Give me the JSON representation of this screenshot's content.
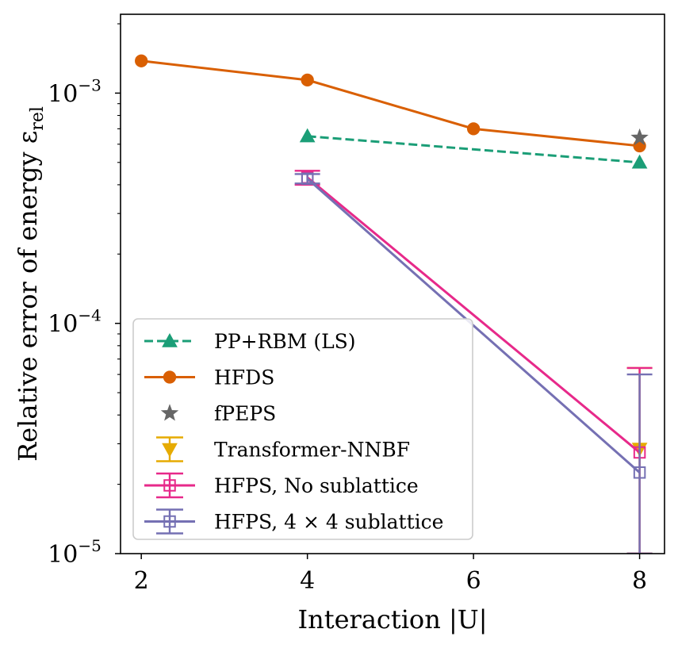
{
  "chart_data": {
    "type": "line",
    "xlabel": "Interaction |U|",
    "ylabel": "Relative error of energy ε",
    "ylabel_sub": "rel",
    "xlim": [
      1.75,
      8.3
    ],
    "ylim": [
      1e-05,
      0.0022
    ],
    "y_scale": "log",
    "x_ticks": [
      2,
      4,
      6,
      8
    ],
    "y_ticks": [
      {
        "value": 1e-05,
        "base": "10",
        "exp": "−5"
      },
      {
        "value": 0.0001,
        "base": "10",
        "exp": "−4"
      },
      {
        "value": 0.001,
        "base": "10",
        "exp": "−3"
      }
    ],
    "grid": false,
    "legend_position": "lower-left",
    "series": [
      {
        "name": "PP+RBM (LS)",
        "color": "#1b9e77",
        "marker": "triangle-up",
        "linestyle": "dashed",
        "filled": true,
        "x": [
          4,
          8
        ],
        "y": [
          0.00065,
          0.0005
        ]
      },
      {
        "name": "HFDS",
        "color": "#d95f02",
        "marker": "circle",
        "linestyle": "solid",
        "filled": true,
        "x": [
          2,
          4,
          6,
          8
        ],
        "y": [
          0.00138,
          0.00114,
          0.0007,
          0.00059
        ]
      },
      {
        "name": "fPEPS",
        "color": "#666666",
        "marker": "star",
        "linestyle": "none",
        "filled": true,
        "x": [
          8
        ],
        "y": [
          0.00064
        ]
      },
      {
        "name": "Transformer-NNBF",
        "color": "#e6ab02",
        "marker": "triangle-down",
        "linestyle": "none",
        "filled": true,
        "x": [
          8
        ],
        "y": [
          2.85e-05
        ],
        "err_high": [
          6.4e-05
        ],
        "err_low": [
          1e-05
        ]
      },
      {
        "name": "HFPS, No sublattice",
        "color": "#e7298a",
        "marker": "square",
        "linestyle": "solid",
        "filled": false,
        "x": [
          4,
          8
        ],
        "y": [
          0.00043,
          2.75e-05
        ],
        "err_high": [
          0.00046,
          6.4e-05
        ],
        "err_low": [
          0.0004,
          1e-05
        ]
      },
      {
        "name": "HFPS, 4 × 4 sublattice",
        "color": "#7570b3",
        "marker": "square",
        "linestyle": "solid",
        "filled": false,
        "x": [
          4,
          8
        ],
        "y": [
          0.000425,
          2.25e-05
        ],
        "err_high": [
          0.000445,
          6e-05
        ],
        "err_low": [
          0.000405,
          1e-05
        ]
      }
    ]
  }
}
